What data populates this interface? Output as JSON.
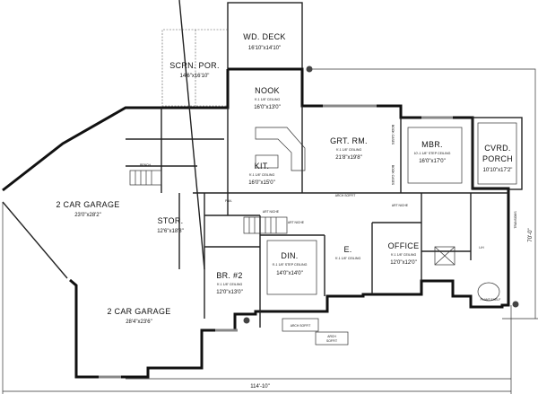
{
  "plan": {
    "rooms": {
      "deck": {
        "name": "WD. DECK",
        "size": "16'10\"x14'10\""
      },
      "screen_porch": {
        "name": "SCRN. POR.",
        "size": "14'6\"x16'10\""
      },
      "nook": {
        "name": "NOOK",
        "ceiling": "9'-1 1/8\" CEILING",
        "size": "16'0\"x13'0\""
      },
      "kitchen": {
        "name": "KIT.",
        "ceiling": "9'-1 1/8\" CEILING",
        "size": "16'0\"x15'0\""
      },
      "great_room": {
        "name": "GRT. RM.",
        "ceiling": "9'-1 1/8\" CEILING",
        "size": "21'8\"x19'8\""
      },
      "master_bedroom": {
        "name": "MBR.",
        "ceiling": "10'-1 1/8\" STEP CEILING",
        "size": "16'0\"x17'0\""
      },
      "covered_porch": {
        "name_line1": "CVRD.",
        "name_line2": "PORCH",
        "size": "10'10\"x17'2\""
      },
      "garage_1": {
        "name": "2 CAR GARAGE",
        "size": "23'0\"x28'2\""
      },
      "storage": {
        "name": "STOR.",
        "size": "12'6\"x18'8\""
      },
      "garage_2": {
        "name": "2 CAR GARAGE",
        "size": "28'4\"x23'6\""
      },
      "bedroom_2": {
        "name": "BR. #2",
        "ceiling": "9'-1 1/8\" CEILING",
        "size": "12'0\"x13'0\""
      },
      "dining": {
        "name": "DIN.",
        "ceiling": "9'-1 1/8\" STEP CEILING",
        "size": "14'0\"x14'0\""
      },
      "entry": {
        "name": "E.",
        "ceiling": "9'-1 1/8\" CEILING"
      },
      "office": {
        "name": "OFFICE",
        "ceiling": "9'-1 1/8\" CEILING",
        "size": "12'0\"x12'0\""
      }
    },
    "notes": {
      "bench": "BENCH",
      "pantry": "PAN.",
      "art_niche_1": "ART NICHE",
      "art_niche_2": "ART NICHE",
      "art_niche_3": "ART NICHE",
      "arch_soffit_1": "ARCH SOFFIT",
      "arch_soffit_2": "ARCH SOFFIT",
      "arch_soffit_3_line1": "ARCH",
      "arch_soffit_3_line2": "SOFFIT",
      "plant_shelf": "PLANT SHELF",
      "linen": "L/H",
      "transoms": "TRANSOMS",
      "book_cases_1": "BOOK CASES",
      "book_cases_2": "BOOK CASES"
    },
    "dimensions": {
      "overall_width": "114'-10\"",
      "overall_depth": "70'-0\""
    }
  }
}
